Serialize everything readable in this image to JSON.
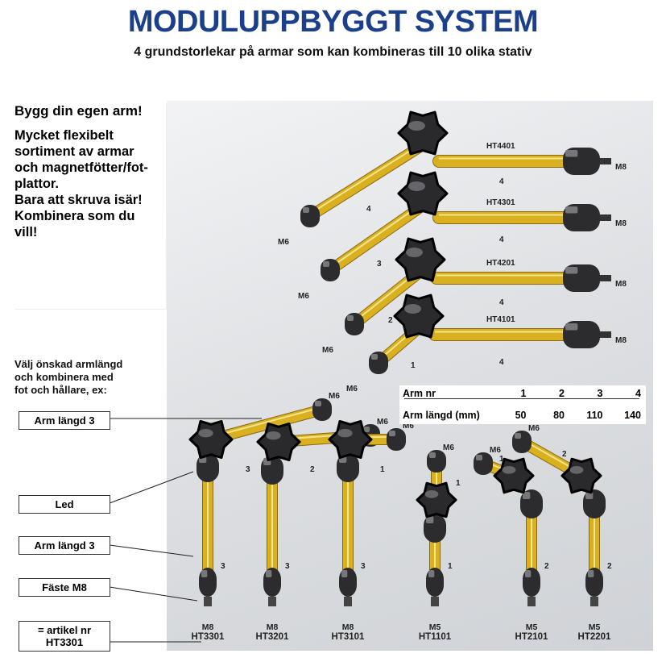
{
  "header": {
    "title": "MODULUPPBYGGT SYSTEM",
    "subtitle": "4 grundstorlekar på armar som kan kombineras till 10 olika stativ"
  },
  "intro": {
    "heading": "Bygg din egen arm!",
    "body_lines": [
      "Mycket flexibelt",
      "sortiment av armar",
      "och magnetfötter/fot-",
      "plattor.",
      "Bara att skruva isär!",
      "Kombinera som du",
      "vill!"
    ]
  },
  "choose_text": [
    "Välj önskad armlängd",
    "och kombinera med",
    "fot och hållare, ex:"
  ],
  "callouts": [
    "Arm längd 3",
    "Led",
    "Arm längd 3",
    "Fäste M8",
    "= artikel nr\nHT3301"
  ],
  "table": {
    "headers": [
      "Arm nr",
      "1",
      "2",
      "3",
      "4"
    ],
    "row": [
      "Arm längd (mm)",
      "50",
      "80",
      "110",
      "140"
    ]
  },
  "top_arms": [
    {
      "code": "HT4401",
      "long": "4",
      "short": "4",
      "thread_in": "M6",
      "thread_out": "M8"
    },
    {
      "code": "HT4301",
      "long": "4",
      "short": "3",
      "thread_in": "M6",
      "thread_out": "M8"
    },
    {
      "code": "HT4201",
      "long": "4",
      "short": "2",
      "thread_in": "M6",
      "thread_out": "M8"
    },
    {
      "code": "HT4101",
      "long": "4",
      "short": "1",
      "thread_in": "M6",
      "thread_out": "M8"
    }
  ],
  "bottom_arms": [
    {
      "thread": "M8",
      "code": "HT3301",
      "top_thread": "M6",
      "arm_upper": "3",
      "arm_lower": "3"
    },
    {
      "thread": "M8",
      "code": "HT3201",
      "top_thread": "M6",
      "arm_upper": "2",
      "arm_lower": "3"
    },
    {
      "thread": "M8",
      "code": "HT3101",
      "top_thread": "M6",
      "arm_upper": "1",
      "arm_lower": "3"
    },
    {
      "thread": "M5",
      "code": "HT1101",
      "top_thread": "M6",
      "arm_upper": "1",
      "arm_lower": "1"
    },
    {
      "thread": "M5",
      "code": "HT2101",
      "top_thread": "M6",
      "arm_upper": "1",
      "arm_lower": "2"
    },
    {
      "thread": "M5",
      "code": "HT2201",
      "top_thread": "M6",
      "arm_upper": "2",
      "arm_lower": "2"
    }
  ],
  "colors": {
    "title": "#1c3f8c",
    "arm": "#d9b020",
    "knob": "#2a2a2c"
  }
}
